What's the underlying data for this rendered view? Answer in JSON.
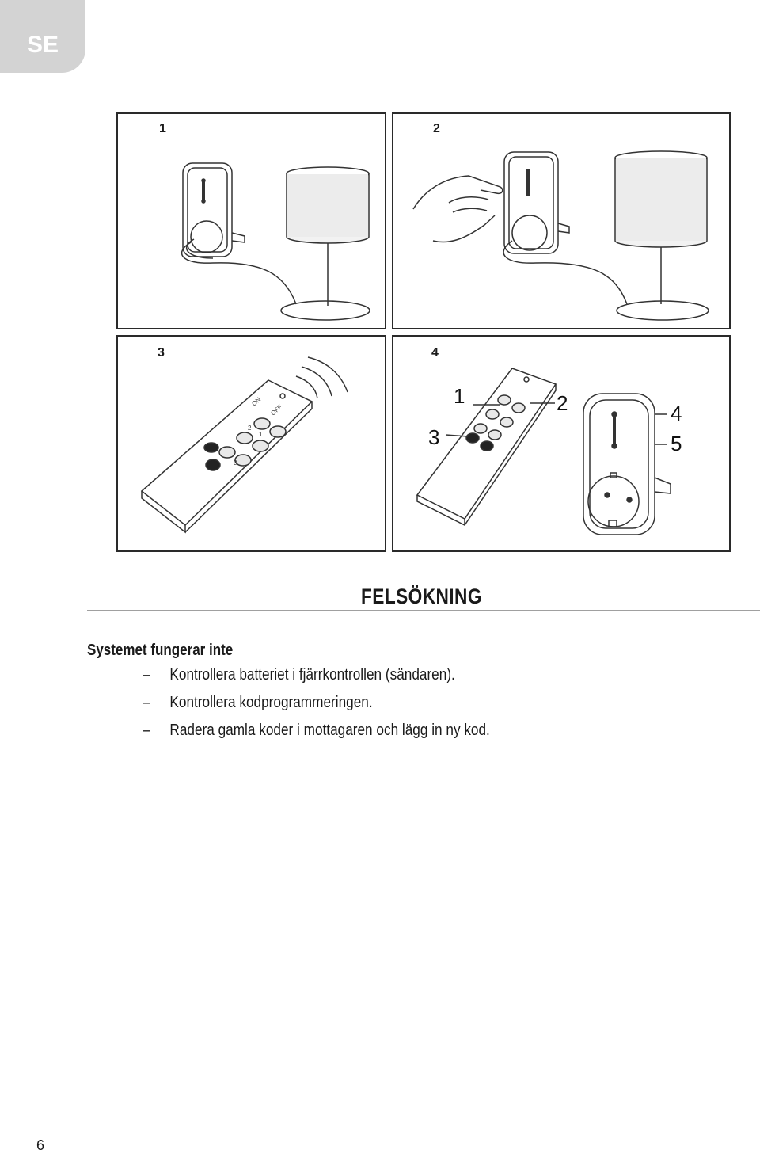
{
  "lang_tab": "SE",
  "figures": {
    "panel1_number": "1",
    "panel2_number": "2",
    "panel3_number": "3",
    "panel4_number": "4",
    "panel4_callouts": [
      "1",
      "2",
      "3",
      "4",
      "5"
    ],
    "remote_labels": {
      "on": "ON",
      "off": "OFF",
      "row1": "1",
      "row2": "2",
      "row3": "3"
    }
  },
  "section_title": "FELSÖKNING",
  "subsection_title": "Systemet fungerar inte",
  "items": [
    "Kontrollera batteriet i fjärrkontrollen (sändaren).",
    "Kontrollera kodprogrammeringen.",
    "Radera gamla koder i mottagaren och lägg in ny kod."
  ],
  "dash": "–",
  "page_number": "6"
}
